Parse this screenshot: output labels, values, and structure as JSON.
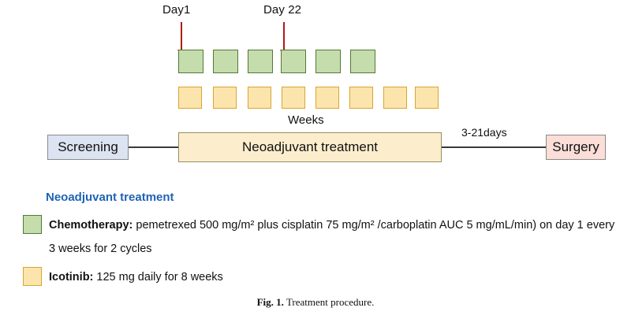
{
  "figure": {
    "caption_number": "Fig. 1.",
    "caption_text": "Treatment procedure."
  },
  "markers": [
    {
      "label": "Day1",
      "name": "day1-marker"
    },
    {
      "label": "Day 22",
      "name": "day22-marker"
    }
  ],
  "cycles": {
    "chemo_row": {
      "count": 6,
      "color": "#c5dcac",
      "border": "#527a33"
    },
    "icotinib_row": {
      "count": 8,
      "color": "#fce5ac",
      "border": "#d9a431"
    },
    "axis_label": "Weeks"
  },
  "timeline": {
    "screening": {
      "label": "Screening",
      "fill": "#dce3f1"
    },
    "treatment": {
      "label": "Neoadjuvant treatment",
      "fill": "#fceecd"
    },
    "surgery": {
      "label": "Surgery",
      "fill": "#fbded7"
    },
    "gap_label": "3-21days"
  },
  "legend": {
    "heading": "Neoadjuvant treatment",
    "accent_color": "#1f63b5",
    "items": [
      {
        "swatch": "green",
        "title": "Chemotherapy:",
        "detail": " pemetrexed 500 mg/m²  plus cisplatin 75 mg/m² /carboplatin AUC 5 mg/mL/min)  on day 1 every 3 weeks for 2 cycles"
      },
      {
        "swatch": "yellow",
        "title": "Icotinib:",
        "detail": " 125 mg daily for 8 weeks"
      }
    ]
  }
}
